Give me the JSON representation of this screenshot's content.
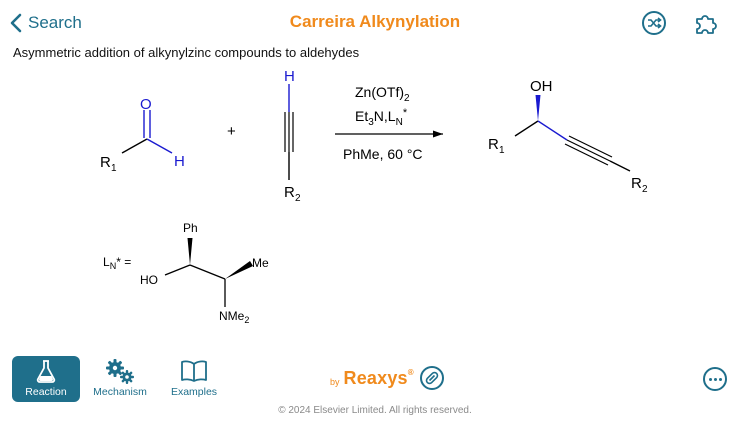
{
  "header": {
    "back_label": "Search",
    "title": "Carreira Alkynylation"
  },
  "subtitle": "Asymmetric addition of alkynylzinc compounds to aldehydes",
  "scheme": {
    "aldehyde": {
      "oxygen": "O",
      "hydrogen": "H",
      "r_group": "R",
      "r_sub": "1"
    },
    "plus": "+",
    "alkyne": {
      "hydrogen": "H",
      "r_group": "R",
      "r_sub": "2"
    },
    "conditions": {
      "reagent1_main": "Zn(OTf)",
      "reagent1_sub": "2",
      "reagent2_a": "Et",
      "reagent2_sub3": "3",
      "reagent2_b": "N,L",
      "reagent2_subN": "N",
      "reagent2_star": "*",
      "solvent_temp": "PhMe, 60 °C"
    },
    "product": {
      "hydroxyl": "OH",
      "r1": "R",
      "r1_sub": "1",
      "r2": "R",
      "r2_sub": "2"
    },
    "ligand": {
      "label_main": "L",
      "label_sub": "N",
      "label_rest": "* =",
      "phenyl": "Ph",
      "methyl": "Me",
      "hydroxyl": "HO",
      "amine_main": "NMe",
      "amine_sub": "2"
    }
  },
  "tabs": [
    {
      "label": "Reaction",
      "icon": "flask-icon",
      "active": true
    },
    {
      "label": "Mechanism",
      "icon": "gears-icon",
      "active": false
    },
    {
      "label": "Examples",
      "icon": "book-icon",
      "active": false
    }
  ],
  "branding": {
    "by": "by",
    "name": "Reaxys",
    "reg": "®"
  },
  "copyright": "© 2024 Elsevier Limited. All rights reserved.",
  "colors": {
    "accent": "#1f6f8b",
    "brand": "#f08a1c",
    "highlight_bond": "#1a1ad0"
  }
}
